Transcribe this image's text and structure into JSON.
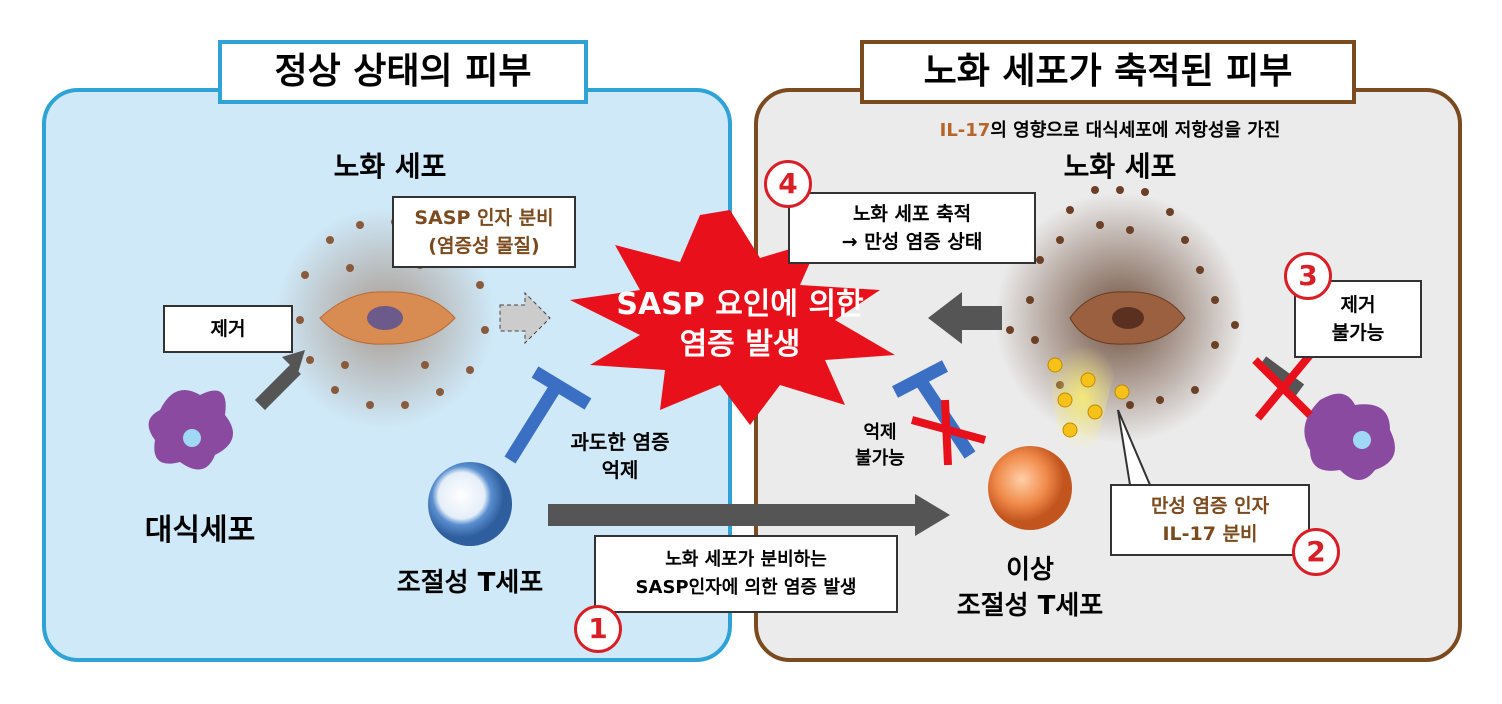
{
  "left_panel": {
    "title": "정상 상태의 피부",
    "senescent_cell_label": "노화 세포",
    "sasp_box": {
      "line1": "SASP 인자 분비",
      "line2": "(염증성 물질)"
    },
    "removal_label": "제거",
    "macrophage_label": "대식세포",
    "suppress_label": {
      "line1": "과도한 염증",
      "line2": "억제"
    },
    "treg_label": "조절성 T세포"
  },
  "center": {
    "burst": {
      "line1": "SASP 요인에 의한",
      "line2": "염증 발생"
    },
    "step1_box": {
      "line1": "노화 세포가 분비하는",
      "line2": "SASP인자에 의한 염증 발생"
    },
    "step1_number": "1"
  },
  "right_panel": {
    "title": "노화 세포가 축적된 피부",
    "subtitle_highlight": "IL-17",
    "subtitle_rest": "의 영향으로 대식세포에 저항성을 가진",
    "senescent_cell_label": "노화 세포",
    "step4_number": "4",
    "step4_box": {
      "line1": "노화 세포 축적",
      "line2": "→ 만성 염증 상태"
    },
    "step3_number": "3",
    "step3_box": {
      "line1": "제거",
      "line2": "불가능"
    },
    "suppress_fail_label": {
      "line1": "억제",
      "line2": "불가능"
    },
    "step2_box": {
      "line1": "만성 염증 인자",
      "line2": "IL-17 분비"
    },
    "step2_number": "2",
    "abnormal_treg_label": {
      "line1": "이상",
      "line2": "조절성 T세포"
    }
  },
  "colors": {
    "left_bg": "#cfe9f8",
    "left_border": "#2fa2d6",
    "right_bg": "#ebebeb",
    "right_border": "#7b4a1e",
    "burst": "#e8101a",
    "accent_red": "#d81f26"
  }
}
